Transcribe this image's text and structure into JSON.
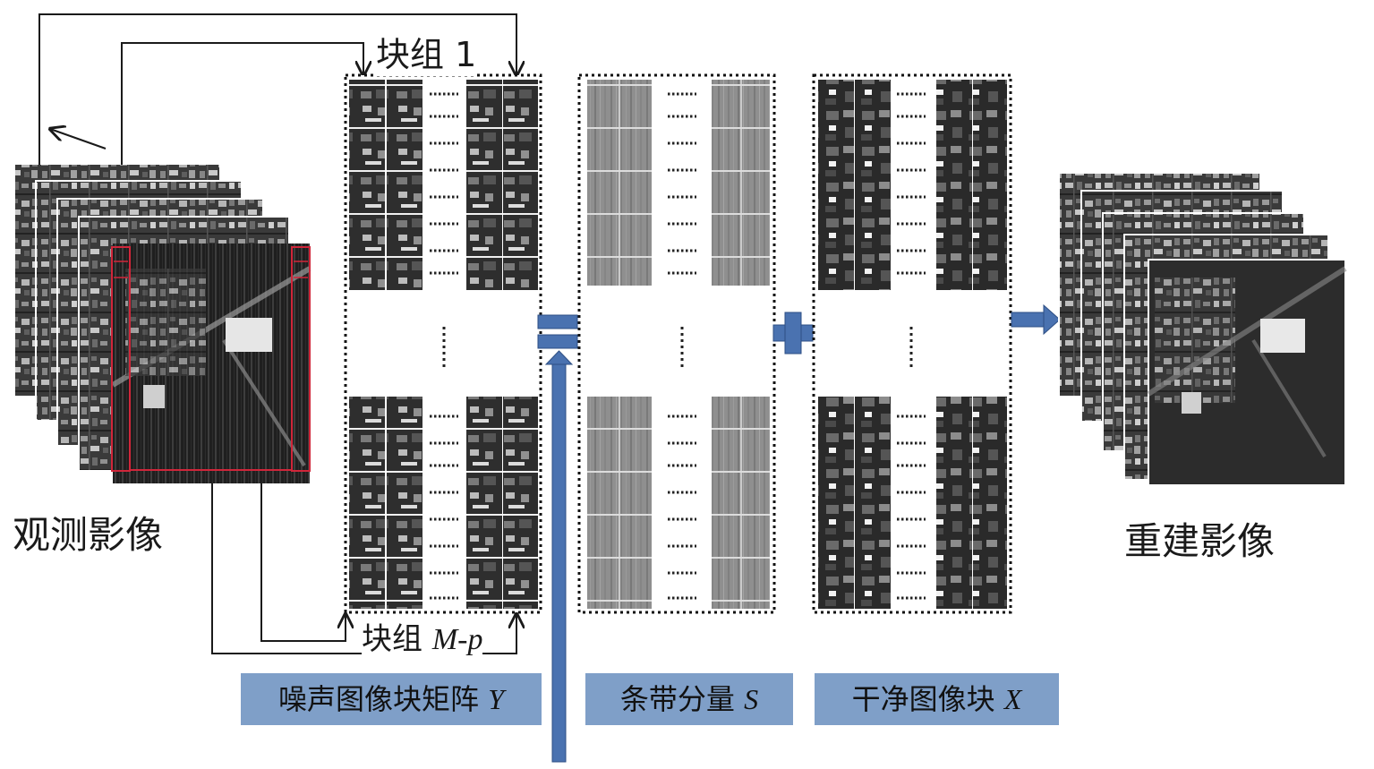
{
  "labels": {
    "observed": "观测影像",
    "reconstructed": "重建影像",
    "group_top_prefix": "块组",
    "group_top_index": "1",
    "group_bottom_prefix": "块组",
    "group_bottom_index": "M-p",
    "noisy_prefix": "噪声图像块矩阵",
    "noisy_var": "Y",
    "stripe_prefix": "条带分量",
    "stripe_var": "S",
    "clean_prefix": "干净图像块",
    "clean_var": "X"
  },
  "operators": {
    "equals": "equals-sign",
    "plus": "plus-sign"
  },
  "colors": {
    "label_bg": "#7f9fc8",
    "arrow_fill": "#4a72b0",
    "outline_red": "#d0263a",
    "dotted_border": "#111111"
  }
}
